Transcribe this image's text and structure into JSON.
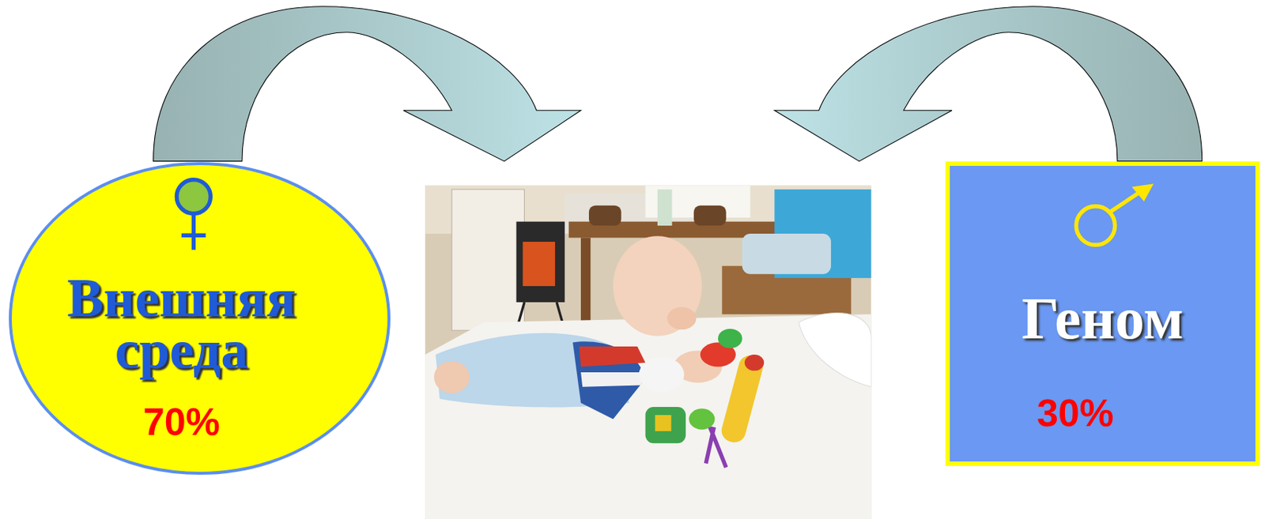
{
  "diagram": {
    "nodes": [
      {
        "text": [
          "Внешняя среда",
          "70%"
        ]
      },
      {
        "text": [
          "Геном",
          "30%"
        ]
      }
    ]
  }
}
